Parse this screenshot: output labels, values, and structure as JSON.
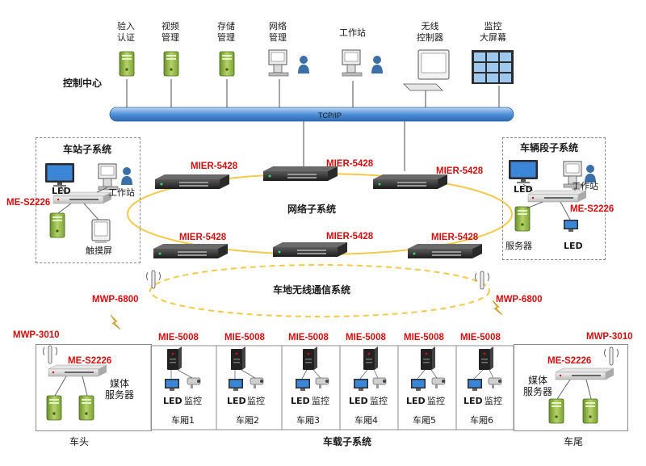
{
  "control_center": {
    "title": "控制中心",
    "bus_label": "TCP/IP",
    "devices": [
      {
        "label_1": "验入",
        "label_2": "认证",
        "icon": "server-icon"
      },
      {
        "label_1": "视频",
        "label_2": "管理",
        "icon": "server-icon"
      },
      {
        "label_1": "存储",
        "label_2": "管理",
        "icon": "server-icon"
      },
      {
        "label_1": "网络",
        "label_2": "管理",
        "icon": "workstation-icon"
      },
      {
        "label_1": "工作站",
        "label_2": "",
        "icon": "workstation-icon"
      },
      {
        "label_1": "无线",
        "label_2": "控制器",
        "icon": "computer-icon"
      },
      {
        "label_1": "监控",
        "label_2": "大屏幕",
        "icon": "video-wall-icon"
      }
    ]
  },
  "station_subsystem": {
    "title": "车站子系统",
    "switch_label": "ME-S2226",
    "led_label": "LED",
    "workstation_label": "工作站",
    "touch_label": "触摸屏"
  },
  "depot_subsystem": {
    "title": "车辆段子系统",
    "switch_label": "ME-S2226",
    "led_label": "LED",
    "workstation_label": "工作站",
    "server_label": "服务器",
    "led2_label": "LED"
  },
  "network_subsystem": {
    "title": "网络子系统",
    "switches": [
      "MIER-5428",
      "MIER-5428",
      "MIER-5428",
      "MIER-5428",
      "MIER-5428",
      "MIER-5428"
    ]
  },
  "wireless_subsystem": {
    "title": "车地无线通信系统",
    "ap_left": "MWP-6800",
    "ap_right": "MWP-6800"
  },
  "vehicle_subsystem": {
    "title": "车载子系统",
    "head": {
      "ap_label": "MWP-3010",
      "switch_label": "ME-S2226",
      "server_label_1": "媒体",
      "server_label_2": "服务器",
      "caption": "车头"
    },
    "tail": {
      "ap_label": "MWP-3010",
      "switch_label": "ME-S2226",
      "server_label_1": "媒体",
      "server_label_2": "服务器",
      "caption": "车尾"
    },
    "cars": [
      {
        "switch": "MIE-5008",
        "led": "LED",
        "cam": "监控",
        "caption": "车厢1"
      },
      {
        "switch": "MIE-5008",
        "led": "LED",
        "cam": "监控",
        "caption": "车厢2"
      },
      {
        "switch": "MIE-5008",
        "led": "LED",
        "cam": "监控",
        "caption": "车厢3"
      },
      {
        "switch": "MIE-5008",
        "led": "LED",
        "cam": "监控",
        "caption": "车厢4"
      },
      {
        "switch": "MIE-5008",
        "led": "LED",
        "cam": "监控",
        "caption": "车厢5"
      },
      {
        "switch": "MIE-5008",
        "led": "LED",
        "cam": "监控",
        "caption": "车厢6"
      }
    ]
  },
  "colors": {
    "accent_red": "#d01010",
    "bus_blue": "#4f8fd6",
    "ring_yellow": "#f2c94c",
    "server_green": "#9cbf4e"
  }
}
